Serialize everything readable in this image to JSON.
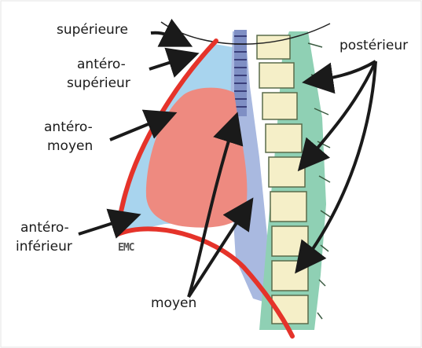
{
  "labels": {
    "superieure": "supérieure",
    "antero_superieur": [
      "antéro-",
      "supérieur"
    ],
    "antero_moyen": [
      "antéro-",
      "moyen"
    ],
    "antero_inferieur": [
      "antéro-",
      "inférieur"
    ],
    "moyen": "moyen",
    "posterieur": "postérieur"
  },
  "logo_text": "EMC",
  "colors": {
    "anterior_region": "#a8d4ee",
    "heart": "#ee8a80",
    "middle_region": "#a9b9e0",
    "vertebral_body": "#f5efc8",
    "posterior_band": "#8fd0b4",
    "sternum_line": "#e5332a",
    "arrow": "#1a1a1a"
  }
}
